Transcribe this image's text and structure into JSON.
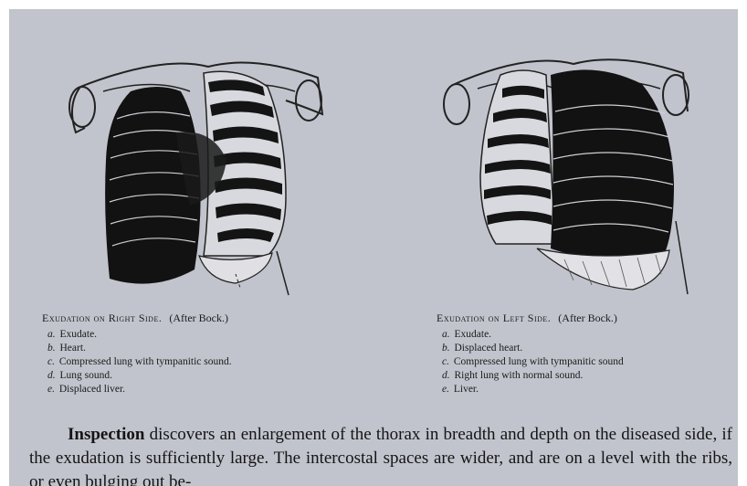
{
  "figure_left": {
    "caption_title": "Exudation on Right Side.",
    "caption_source": "(After Bock.)",
    "legend": [
      {
        "letter": "a.",
        "text": "Exudate."
      },
      {
        "letter": "b.",
        "text": "Heart."
      },
      {
        "letter": "c.",
        "text": "Compressed lung with tympanitic sound."
      },
      {
        "letter": "d.",
        "text": "Lung sound."
      },
      {
        "letter": "e.",
        "text": "Displaced liver."
      }
    ]
  },
  "figure_right": {
    "caption_title": "Exudation on Left Side.",
    "caption_source": "(After Bock.)",
    "legend": [
      {
        "letter": "a.",
        "text": "Exudate."
      },
      {
        "letter": "b.",
        "text": "Displaced heart."
      },
      {
        "letter": "c.",
        "text": "Compressed lung with tympanitic sound"
      },
      {
        "letter": "d.",
        "text": "Right lung with normal sound."
      },
      {
        "letter": "e.",
        "text": "Liver."
      }
    ]
  },
  "body": {
    "lead": "Inspection",
    "text": " discovers an enlargement of the thorax in breadth and depth on the diseased side, if the exudation is sufficiently large.  The intercostal spaces are wider, and are on a level with the ribs, or even bulging out be-"
  }
}
